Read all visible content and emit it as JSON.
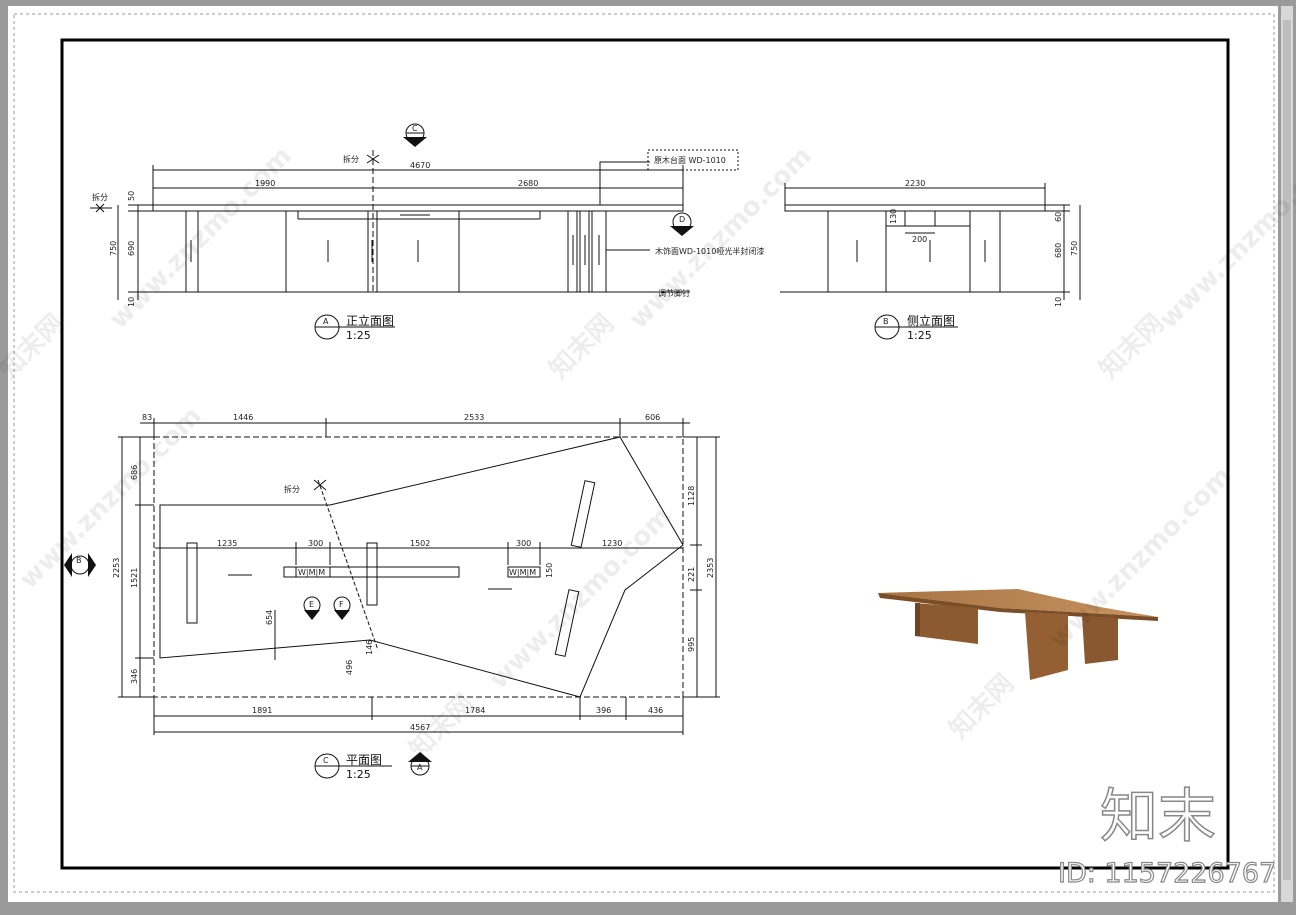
{
  "front_view": {
    "title": "正立面图",
    "scale": "1:25",
    "marker": "A",
    "dims_top": {
      "total": "4670",
      "left": "1990",
      "right": "2680"
    },
    "dims_left": {
      "top": "50",
      "mid": "690",
      "bottom": "10",
      "total": "750"
    },
    "split_label_left": "拆分",
    "split_label_top": "拆分",
    "section_marker_top": "C",
    "section_marker_right": "D",
    "callout_top": "原木台面 WD-1010",
    "callout_side": "木饰面WD-1010哑光半封闭漆",
    "callout_feet": "调节脚钉"
  },
  "side_view": {
    "title": "侧立面图",
    "scale": "1:25",
    "marker": "B",
    "dim_top": "2230",
    "dim_inner": "200",
    "dim_inner_v": "130",
    "dims_right": {
      "top": "60",
      "mid": "680",
      "bottom": "10",
      "total": "750"
    }
  },
  "plan_view": {
    "title": "平面图",
    "scale": "1:25",
    "marker": "C",
    "section_marker_a": "A",
    "section_marker_b": "B",
    "marker_e": "E",
    "marker_f": "F",
    "split_label": "拆分",
    "dims_top": [
      "83",
      "1446",
      "2533",
      "606"
    ],
    "dims_bottom": [
      "1891",
      "1784",
      "396",
      "436"
    ],
    "dim_bottom_total": "4567",
    "dims_left": [
      "686",
      "1521",
      "346"
    ],
    "dim_left_total": "2253",
    "dims_right": [
      "1128",
      "221",
      "995"
    ],
    "dim_right_total": "2353",
    "dims_inner": [
      "1235",
      "300",
      "1502",
      "300",
      "1230"
    ],
    "dims_inner_v": [
      "654",
      "496",
      "146",
      "150"
    ],
    "slot_labels": [
      "W|M|M",
      "W|M|M"
    ]
  },
  "watermarks": {
    "site": "www.znzmo.com",
    "brand": "知末网",
    "logo": "知末",
    "id": "ID: 1157226767"
  },
  "colors": {
    "paper": "#ffffff",
    "line": "#111111",
    "wood": "#9b6a3a",
    "wood_dark": "#6e4524"
  }
}
